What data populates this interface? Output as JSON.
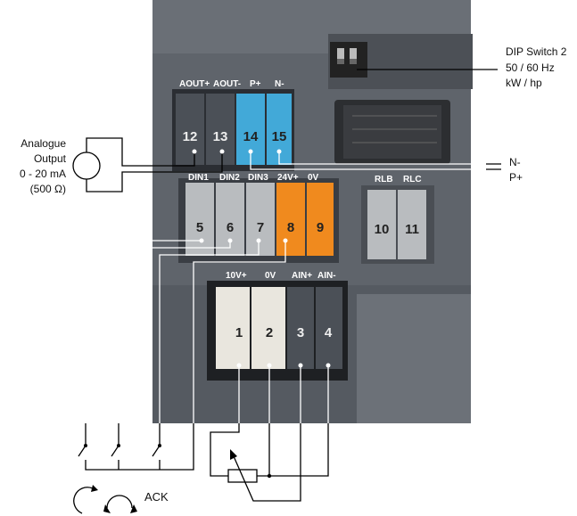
{
  "dip_switch": {
    "title": "DIP Switch 2",
    "line2": "50 / 60 Hz",
    "line3": "kW / hp"
  },
  "analogue_output": {
    "line1": "Analogue",
    "line2": "Output",
    "line3": "0 - 20 mA",
    "line4": "(500 Ω)"
  },
  "bus_labels": {
    "n_minus": "N-",
    "p_plus": "P+"
  },
  "ack_label": "ACK",
  "terminal_row_top": {
    "labels": [
      "AOUT+",
      "AOUT-",
      "P+",
      "N-"
    ],
    "numbers": [
      "12",
      "13",
      "14",
      "15"
    ]
  },
  "terminal_row_mid": {
    "labels": [
      "DIN1",
      "DIN2",
      "DIN3",
      "24V+",
      "0V"
    ],
    "numbers": [
      "5",
      "6",
      "7",
      "8",
      "9"
    ]
  },
  "terminal_row_relay": {
    "labels": [
      "RLB",
      "RLC"
    ],
    "numbers": [
      "10",
      "11"
    ]
  },
  "terminal_row_bottom": {
    "labels": [
      "10V+",
      "0V",
      "AIN+",
      "AIN-"
    ],
    "numbers": [
      "1",
      "2",
      "3",
      "4"
    ]
  },
  "colors": {
    "panel": "#5f646b",
    "panel_dark": "#3d4147",
    "terminal_grey": "#b9bcbf",
    "terminal_dark": "#4b5057",
    "terminal_blue": "#42a9d8",
    "terminal_orange": "#f08a1e",
    "terminal_white": "#e9e6de"
  }
}
